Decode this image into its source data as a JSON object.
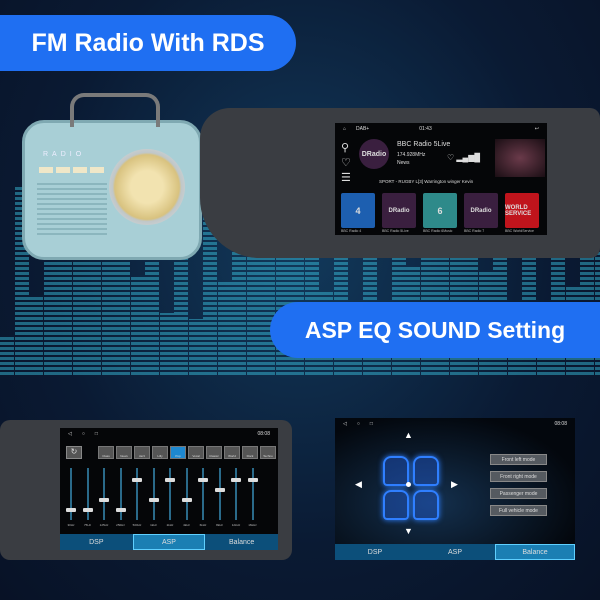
{
  "banner_top": "FM Radio With RDS",
  "banner_mid": "ASP EQ SOUND Setting",
  "radio": {
    "brand": "RADIO"
  },
  "dab": {
    "source": "DAB+",
    "time": "01:43",
    "station": "BBC Radio 5Live",
    "frequency": "174.928MHz",
    "genre": "News",
    "rds_text": "SPORT - RUGBY L[3] Warrington winger Kevin",
    "tiles": [
      {
        "label": "BBC Radio 4",
        "text": "4",
        "color": "#1d5fb0"
      },
      {
        "label": "BBC Radio 5Live",
        "text": "DRadio",
        "color": "#3a1f3f"
      },
      {
        "label": "BBC Radio 6Music",
        "text": "6",
        "color": "#2e8a8a"
      },
      {
        "label": "BBC Radio 7",
        "text": "DRadio",
        "color": "#3a1f3f"
      },
      {
        "label": "BBC WorldService",
        "text": "WORLD SERVICE",
        "color": "#c0141c"
      }
    ]
  },
  "eq": {
    "time": "08:08",
    "presets": [
      "Class",
      "News",
      "Jazz",
      "Lilly",
      "Pop",
      "Vocal",
      "Classic",
      "World",
      "Rock",
      "Techno"
    ],
    "active_preset": "Pop",
    "bands": [
      {
        "f": "30Hz",
        "v": 0
      },
      {
        "f": "75Hz",
        "v": 0
      },
      {
        "f": "125Hz",
        "v": 1
      },
      {
        "f": "250Hz",
        "v": 0
      },
      {
        "f": "500Hz",
        "v": 3
      },
      {
        "f": "1kHz",
        "v": 1
      },
      {
        "f": "2kHz",
        "v": 3
      },
      {
        "f": "4kHz",
        "v": 1
      },
      {
        "f": "6kHz",
        "v": 3
      },
      {
        "f": "8kHz",
        "v": 2
      },
      {
        "f": "12kHz",
        "v": 3
      },
      {
        "f": "16kHz",
        "v": 3
      }
    ],
    "tabs": [
      "DSP",
      "ASP",
      "Balance"
    ],
    "active_tab": "ASP"
  },
  "balance": {
    "time": "08:08",
    "modes": [
      "Front left mode",
      "Front right mode",
      "Passenger mode",
      "Full vehicle mode"
    ],
    "tabs": [
      "DSP",
      "ASP",
      "Balance"
    ],
    "active_tab": "Balance"
  }
}
